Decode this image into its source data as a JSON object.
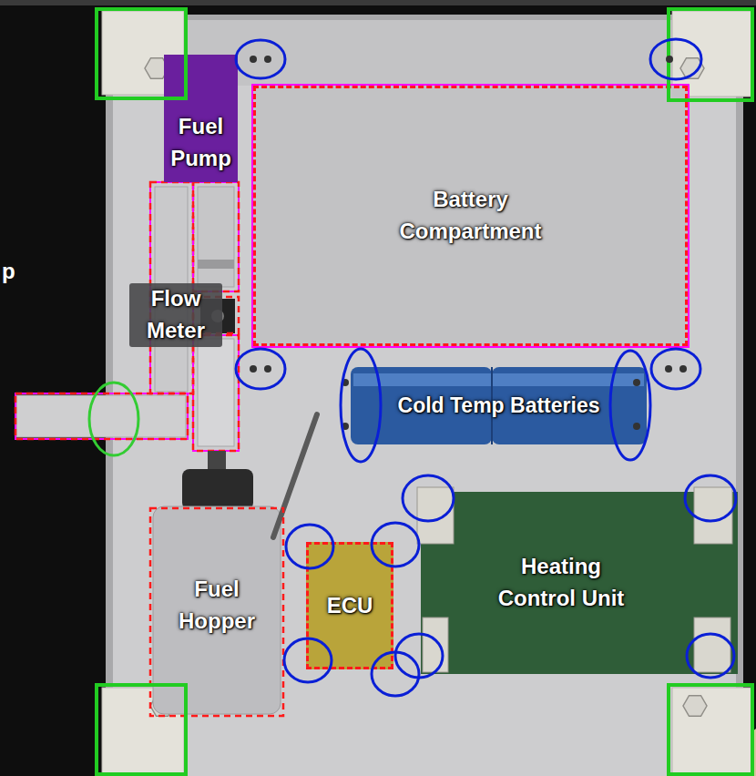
{
  "diagram": {
    "nodes": [
      {
        "text": [
          "Fuel Pump"
        ]
      },
      {
        "text": [
          "Battery Compartment"
        ]
      },
      {
        "text": [
          "Flow Meter"
        ]
      },
      {
        "text": [
          "Cold Temp Batteries"
        ]
      },
      {
        "text": [
          "Fuel Hopper"
        ]
      },
      {
        "text": [
          "ECU"
        ]
      },
      {
        "text": [
          "Heating Control Unit"
        ]
      }
    ],
    "labels": [
      "p"
    ]
  }
}
